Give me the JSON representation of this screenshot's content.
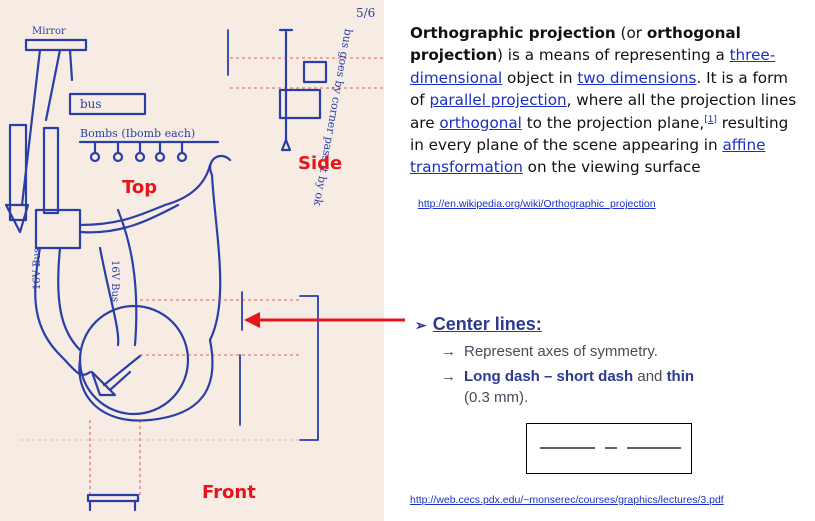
{
  "sketch": {
    "labels": {
      "top": "Top",
      "side": "Side",
      "front": "Front"
    },
    "handwriting": {
      "mirror": "Mirror",
      "bus": "bus",
      "bombs": "Bombs (Ibomb each)",
      "bus_vertical_1": "16V Bus",
      "bus_vertical_2": "16V Bus",
      "page_number": "5/6",
      "side_note": "bus goes by corner pass it by ok"
    }
  },
  "definition": {
    "term": "Orthographic projection",
    "paren_open": " (or ",
    "term2": "orthogonal projection",
    "t1": ") is a means of representing a ",
    "link1": "three-dimensional",
    "t2": " object in ",
    "link2": "two dimensions",
    "t3": ". It is a form of ",
    "link3": "parallel projection",
    "t4": ", where all the projection lines are ",
    "link4": "orthogonal",
    "t5": " to the projection plane,",
    "ref": "[1]",
    "t6": " resulting in every plane of the scene appearing in ",
    "link5": "affine transformation",
    "t7": " on the viewing surface"
  },
  "url_wiki": "http://en.wikipedia.org/wiki/Orthographic_projection",
  "url_pdx": "http://web.cecs.pdx.edu/~monserec/courses/graphics/lectures/3.pdf",
  "center_lines": {
    "bullet_marker": "➢",
    "heading": "Center lines:",
    "arrow": "→",
    "item1": "Represent axes of symmetry.",
    "item2_bold": "Long dash – short dash",
    "item2_mid": " and ",
    "item2_bold2": "thin",
    "item2_tail": "(0.3 mm)."
  },
  "colors": {
    "sketch_ink": "#2a3ea8",
    "red_accent": "#e8141c",
    "heading_blue": "#2b3a8f",
    "link_blue": "#1a2fc6"
  }
}
